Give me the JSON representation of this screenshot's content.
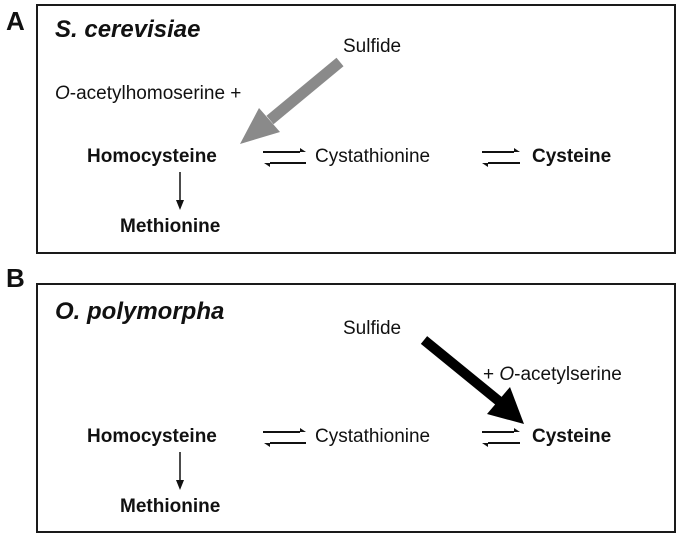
{
  "colors": {
    "sulfide_arrow_a": "#8a8a8a",
    "sulfide_arrow_b": "#000000",
    "border": "#1a1a1a"
  },
  "panel_a": {
    "letter": "A",
    "organism": "S. cerevisiae",
    "sulfide": "Sulfide",
    "cosubstrate_prefix": "O",
    "cosubstrate_rest": "-acetylhomoserine +",
    "homocysteine": "Homocysteine",
    "cystathionine": "Cystathionine",
    "cysteine": "Cysteine",
    "methionine": "Methionine"
  },
  "panel_b": {
    "letter": "B",
    "organism": "O. polymorpha",
    "sulfide": "Sulfide",
    "cosubstrate_plus": "+ ",
    "cosubstrate_prefix": "O",
    "cosubstrate_rest": "-acetylserine",
    "homocysteine": "Homocysteine",
    "cystathionine": "Cystathionine",
    "cysteine": "Cysteine",
    "methionine": "Methionine"
  }
}
